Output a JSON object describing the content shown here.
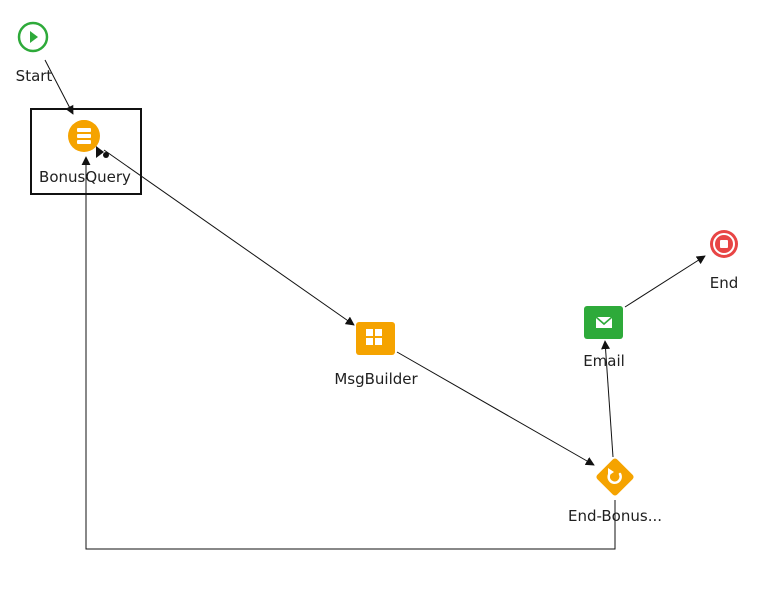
{
  "diagram": {
    "nodes": [
      {
        "id": "start",
        "label": "Start",
        "icon": "play-circle-icon",
        "color": "#2eaa3a"
      },
      {
        "id": "bonusquery",
        "label": "BonusQuery",
        "icon": "list-icon",
        "color": "#f5a300",
        "selected": true
      },
      {
        "id": "msgbuilder",
        "label": "MsgBuilder",
        "icon": "grid-icon",
        "color": "#f5a300"
      },
      {
        "id": "endbonus",
        "label": "End-Bonus...",
        "icon": "loop-icon",
        "color": "#f5a300"
      },
      {
        "id": "email",
        "label": "Email",
        "icon": "envelope-icon",
        "color": "#2eaa3a"
      },
      {
        "id": "end",
        "label": "End",
        "icon": "stop-circle-icon",
        "color": "#e84545"
      }
    ],
    "edges": [
      {
        "from": "start",
        "to": "bonusquery"
      },
      {
        "from": "bonusquery",
        "to": "msgbuilder"
      },
      {
        "from": "msgbuilder",
        "to": "endbonus"
      },
      {
        "from": "endbonus",
        "to": "email"
      },
      {
        "from": "email",
        "to": "end"
      },
      {
        "from": "endbonus",
        "to": "bonusquery"
      }
    ]
  }
}
